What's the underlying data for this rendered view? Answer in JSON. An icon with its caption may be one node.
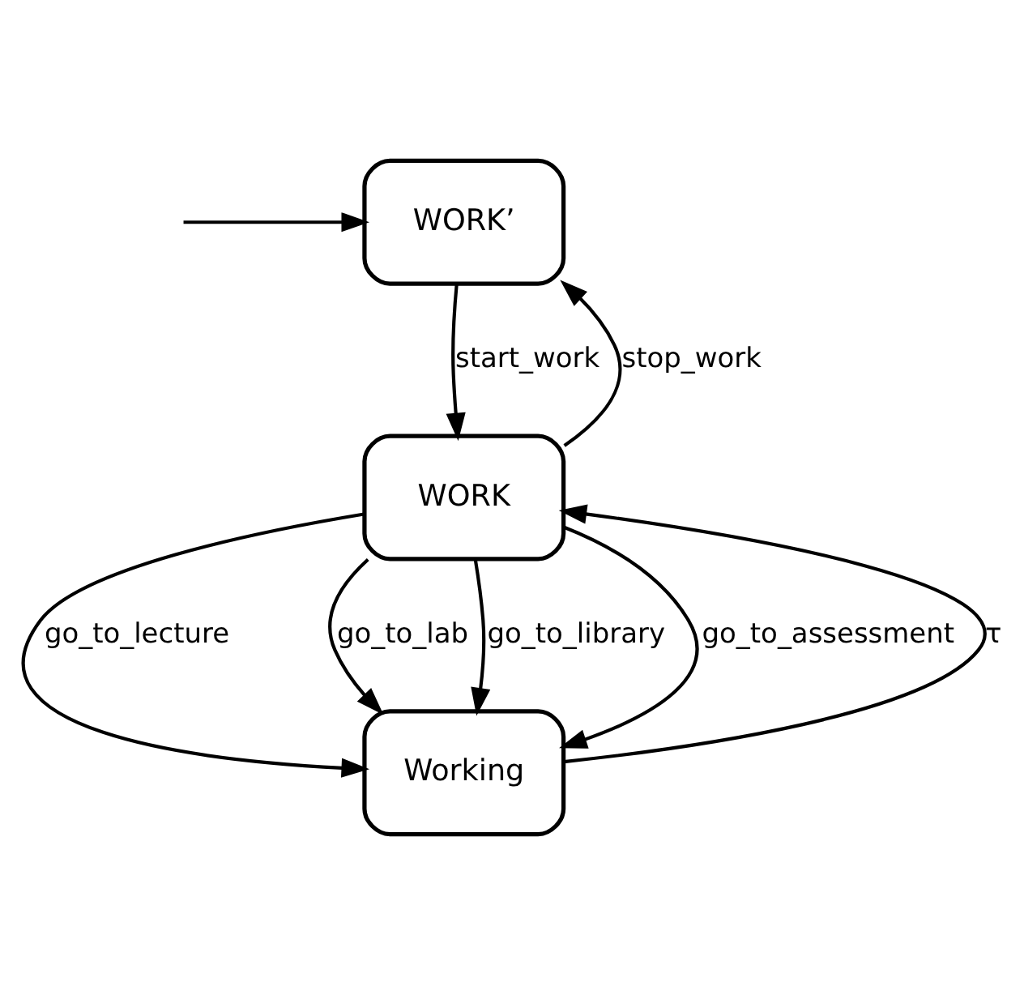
{
  "diagram": {
    "nodes": [
      {
        "text": [
          "WORK’"
        ]
      },
      {
        "text": [
          "WORK"
        ]
      },
      {
        "text": [
          "Working"
        ]
      }
    ],
    "edges": [
      {
        "from": null,
        "to": 0,
        "arrow": "to"
      },
      {
        "from": 0,
        "to": 1,
        "arrow": "to",
        "label": "start_work"
      },
      {
        "from": 1,
        "to": 0,
        "arrow": "to",
        "label": "stop_work"
      },
      {
        "from": 1,
        "to": 2,
        "arrow": "to",
        "label": "go_to_lecture"
      },
      {
        "from": 1,
        "to": 2,
        "arrow": "to",
        "label": "go_to_lab"
      },
      {
        "from": 1,
        "to": 2,
        "arrow": "to",
        "label": "go_to_library"
      },
      {
        "from": 1,
        "to": 2,
        "arrow": "to",
        "label": "go_to_assessment"
      },
      {
        "from": 2,
        "to": 1,
        "arrow": "to",
        "label": "τ"
      }
    ]
  }
}
